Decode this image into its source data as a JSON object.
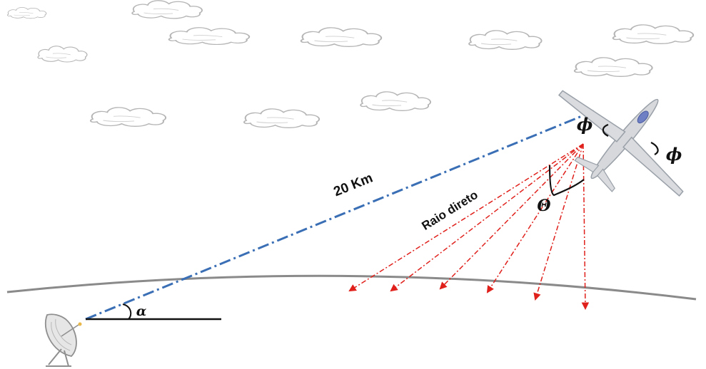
{
  "labels": {
    "distance": "20 Km",
    "direct_ray": "Raio direto",
    "theta": "Θ",
    "phi_left": "ϕ",
    "phi_right": "ϕ",
    "alpha": "α"
  },
  "colors": {
    "sky_line": "#3a6fb5",
    "rays": "#e0201b",
    "earth": "#8a8a8a",
    "cloud": "#b5b5b5",
    "ink": "#111111"
  },
  "icons": {
    "antenna": "satellite-dish-icon",
    "aircraft": "airplane-icon",
    "clouds": "cloud-icon"
  }
}
